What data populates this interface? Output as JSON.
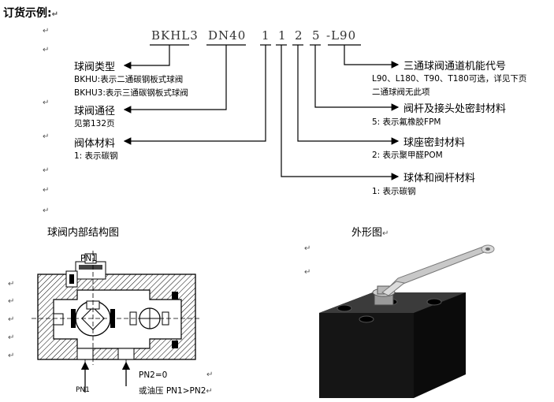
{
  "title": "订货示例:",
  "paragraph_mark": "↵",
  "code_parts": [
    "BKHL3",
    "DN40",
    "1",
    "1",
    "2",
    "5",
    "-L90"
  ],
  "left_labels": [
    {
      "title": "球阀类型",
      "lines": [
        "BKHU:表示二通碳钢板式球阀",
        "BKHU3:表示三通碳钢板式球阀"
      ]
    },
    {
      "title": "球阀通径",
      "lines": [
        "见第132页"
      ]
    },
    {
      "title": "阀体材料",
      "lines": [
        "1: 表示碳钢"
      ]
    }
  ],
  "right_labels": [
    {
      "title": "三通球阀通道机能代号",
      "lines": [
        "L90、L180、T90、T180可选，详见下页",
        "二通球阀无此项"
      ]
    },
    {
      "title": "阀杆及接头处密封材料",
      "lines": [
        "5: 表示氟橡胶FPM"
      ]
    },
    {
      "title": "球座密封材料",
      "lines": [
        "2: 表示聚甲醛POM"
      ]
    },
    {
      "title": "球体和阀杆材料",
      "lines": [
        "1: 表示碳钢"
      ]
    }
  ],
  "diagram": {
    "caption": "球阀内部结构图",
    "pn1_top": "PN1",
    "pn1_bottom": "PN1",
    "pn2": "PN2=0",
    "pressure_note": "或油压 PN1>PN2"
  },
  "photo": {
    "caption": "外形图"
  }
}
